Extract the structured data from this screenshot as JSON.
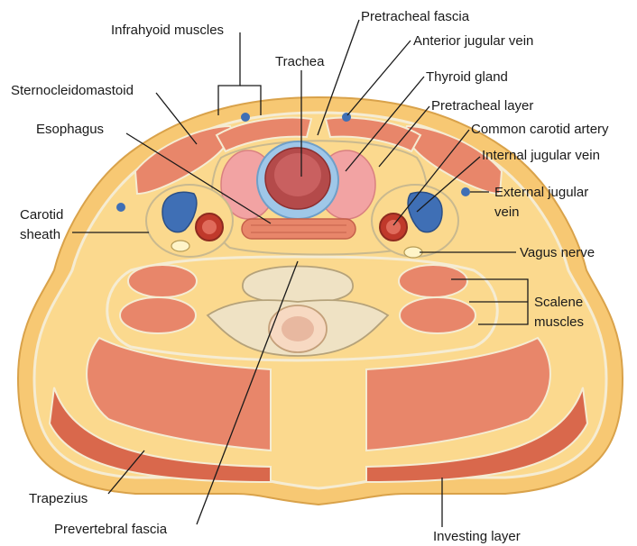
{
  "labels": {
    "infrahyoid": "Infrahyoid muscles",
    "pretracheal_fascia": "Pretracheal fascia",
    "anterior_jugular": "Anterior jugular vein",
    "trachea": "Trachea",
    "thyroid": "Thyroid gland",
    "sternocleidomastoid": "Sternocleidomastoid",
    "pretracheal_layer": "Pretracheal layer",
    "esophagus": "Esophagus",
    "common_carotid": "Common carotid artery",
    "internal_jugular": "Internal jugular vein",
    "carotid_sheath_1": "Carotid",
    "carotid_sheath_2": "sheath",
    "external_jugular_1": "External jugular",
    "external_jugular_2": "vein",
    "vagus": "Vagus nerve",
    "scalene_1": "Scalene",
    "scalene_2": "muscles",
    "trapezius": "Trapezius",
    "prevertebral": "Prevertebral fascia",
    "investing": "Investing layer"
  },
  "colors": {
    "skin": "#f7c873",
    "fat": "#fbd98e",
    "muscle": "#e8866a",
    "muscle_dark": "#d9684c",
    "fascia": "#f5ecd3",
    "vein": "#3f6fb5",
    "artery": "#c0392b",
    "thyroid": "#f2a3a3",
    "trachea_ring": "#9fc7e8",
    "bone": "#efe2c4",
    "nerve": "#fff4c8",
    "line": "#1a1a1a"
  }
}
